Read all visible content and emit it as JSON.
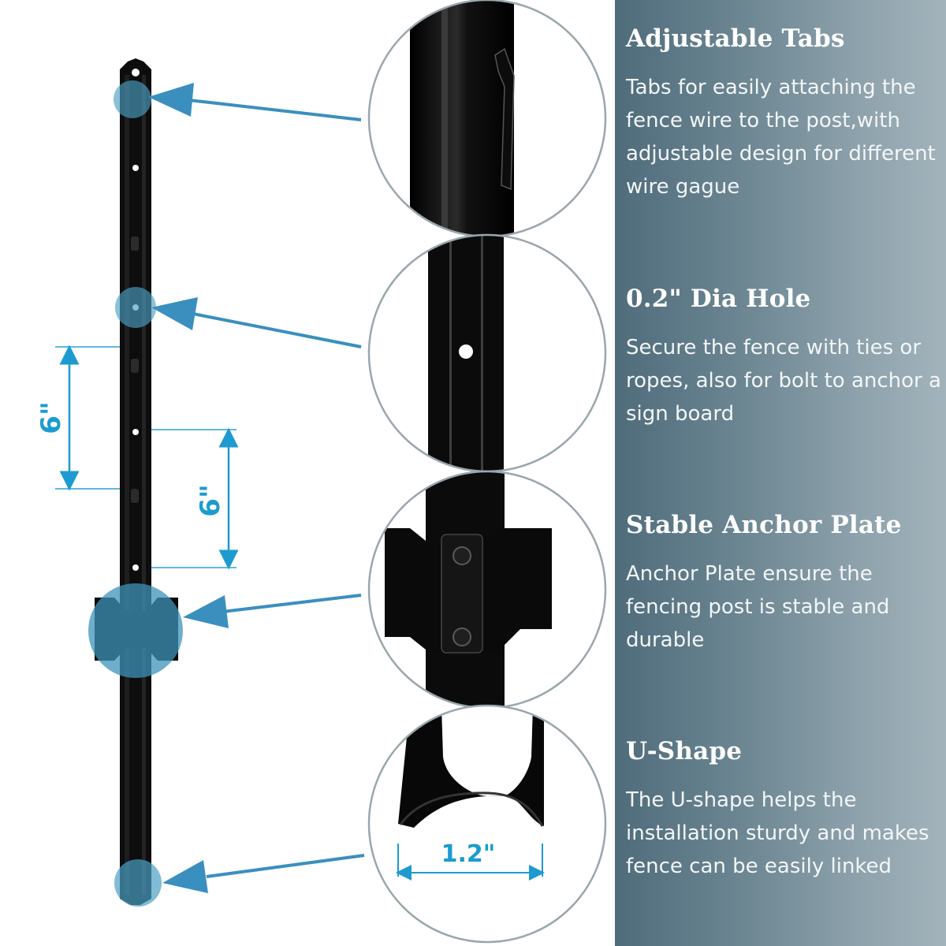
{
  "features": [
    {
      "title": "Adjustable Tabs",
      "text": "Tabs for easily attaching the fence wire to the post,with adjustable design for different wire gague"
    },
    {
      "title": "0.2\" Dia Hole",
      "text": "Secure the fence with ties or ropes, also for bolt to anchor a sign board"
    },
    {
      "title": "Stable Anchor Plate",
      "text": "Anchor Plate ensure the fencing post is stable and durable"
    },
    {
      "title": "U-Shape",
      "text": "The U-shape helps the installation sturdy and makes fence can be easily linked"
    }
  ],
  "dimensions": {
    "spacing_1": "6\"",
    "spacing_2": "6\"",
    "u_width": "1.2\""
  },
  "colors": {
    "accent": "#3a8fbf",
    "dimension": "#1d9bd0",
    "post": "#111111",
    "panel_start": "#4f6c7b",
    "panel_end": "#a2b3bb"
  }
}
